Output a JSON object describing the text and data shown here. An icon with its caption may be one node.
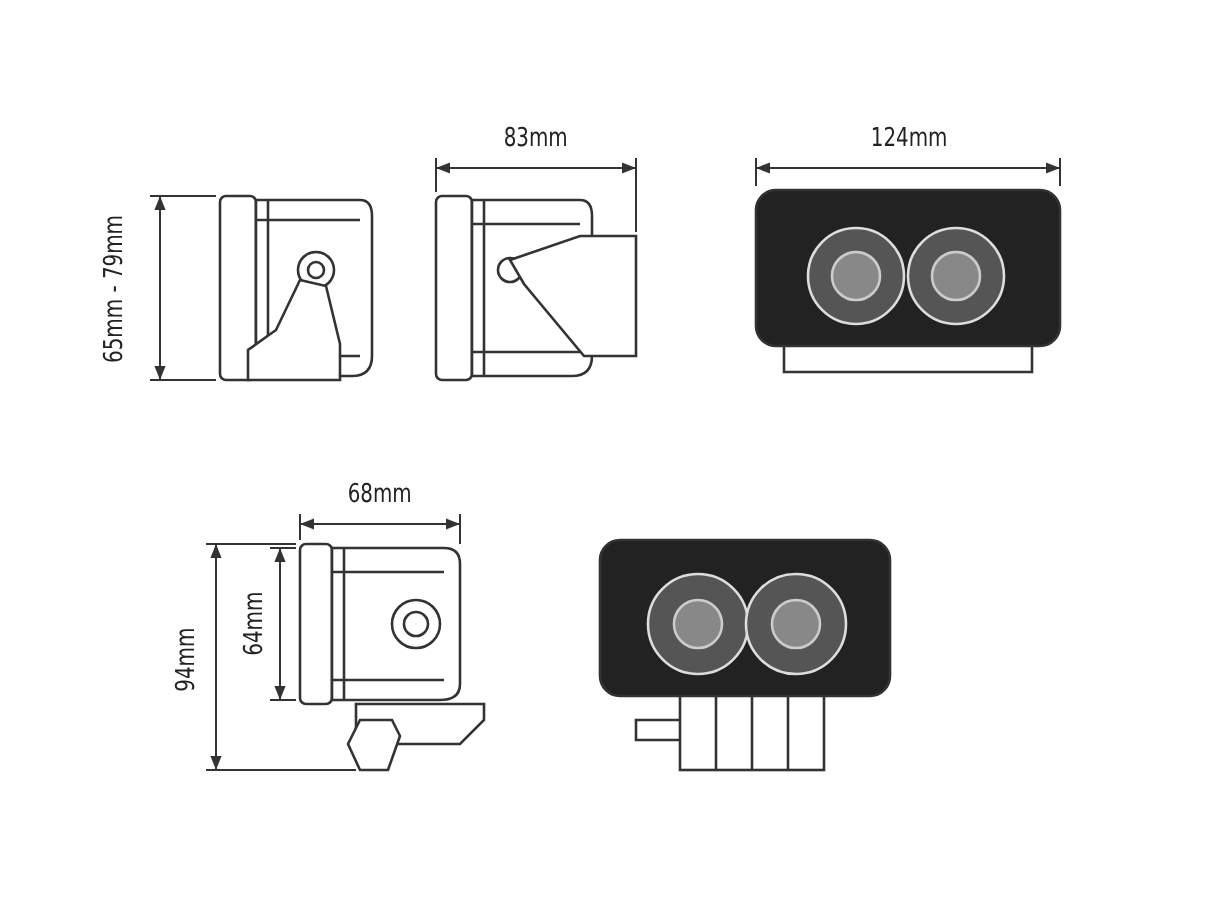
{
  "diagram": {
    "labels": [
      "65mm - 79mm",
      "83mm",
      "124mm",
      "68mm",
      "64mm",
      "94mm"
    ]
  }
}
